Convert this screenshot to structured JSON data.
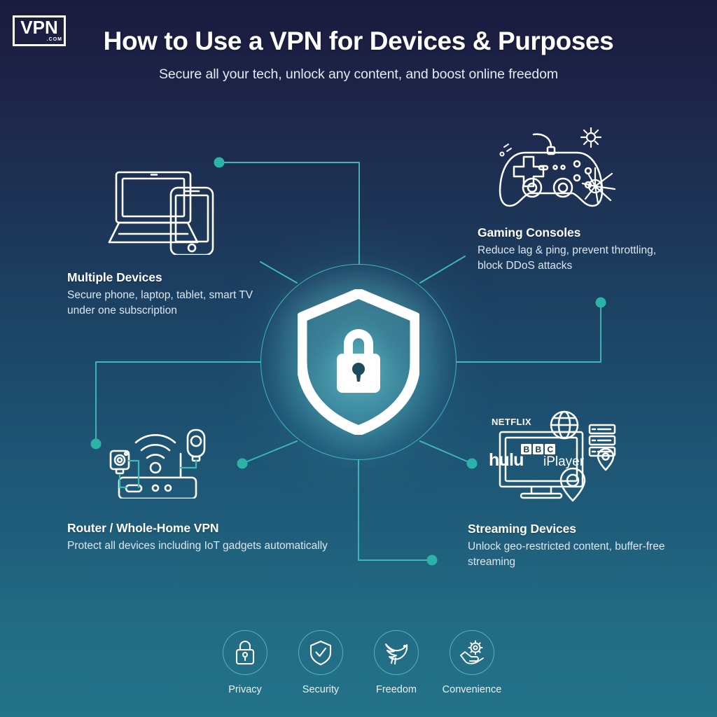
{
  "brand": {
    "logo_main": "VPN",
    "logo_sub": ".COM",
    "logo_name": "vpn-com-logo",
    "accent_teal": "#2bb3a8",
    "accent_line": "#3fb9b4",
    "bg_top": "#1b1b3e",
    "bg_bottom": "#237389",
    "icon_stroke": "#ffffff"
  },
  "header": {
    "title": "How to Use a VPN for Devices & Purposes",
    "subtitle": "Secure all your tech, unlock any content, and boost online freedom"
  },
  "hub": {
    "icon": "shield-lock-icon",
    "label": "VPN protection hub"
  },
  "nodes": [
    {
      "id": "multiple-devices",
      "icon": "laptop-phone-icon",
      "title": "Multiple Devices",
      "description": "Secure phone, laptop, tablet, smart TV under one subscription"
    },
    {
      "id": "gaming-consoles",
      "icon": "game-controller-icon",
      "title": "Gaming Consoles",
      "description": "Reduce lag & ping, prevent throttling, block DDoS attacks"
    },
    {
      "id": "router-whole-home",
      "icon": "wifi-router-icon",
      "title": "Router / Whole-Home VPN",
      "description": "Protect all devices including IoT gadgets automatically"
    },
    {
      "id": "streaming-devices",
      "icon": "smart-tv-streaming-icon",
      "title": "Streaming Devices",
      "description": "Unlock geo-restricted content, buffer-free streaming"
    }
  ],
  "streaming_brands": {
    "netflix": "NETFLIX",
    "hulu": "hulu",
    "bbc_b1": "B",
    "bbc_b2": "B",
    "bbc_c": "C",
    "iplayer": "iPlayer"
  },
  "footer": [
    {
      "id": "privacy",
      "icon": "padlock-icon",
      "label": "Privacy"
    },
    {
      "id": "security",
      "icon": "shield-check-icon",
      "label": "Security"
    },
    {
      "id": "freedom",
      "icon": "dove-icon",
      "label": "Freedom"
    },
    {
      "id": "convenience",
      "icon": "hand-gear-icon",
      "label": "Convenience"
    }
  ]
}
